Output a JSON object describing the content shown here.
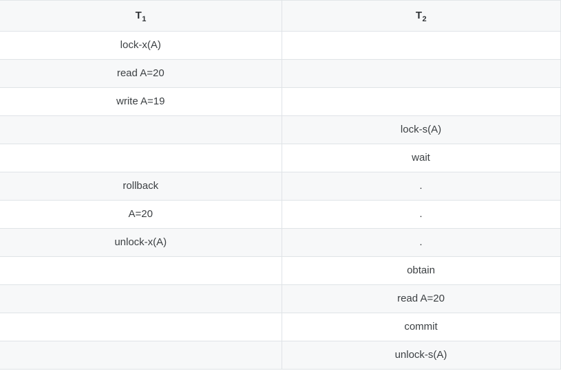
{
  "table": {
    "columns": [
      {
        "key": "t1",
        "label_base": "T",
        "label_sub": "1",
        "label": "T1"
      },
      {
        "key": "t2",
        "label_base": "T",
        "label_sub": "2",
        "label": "T2"
      }
    ],
    "rows": [
      {
        "t1": "lock-x(A)",
        "t2": ""
      },
      {
        "t1": "read A=20",
        "t2": ""
      },
      {
        "t1": "write A=19",
        "t2": ""
      },
      {
        "t1": "",
        "t2": "lock-s(A)"
      },
      {
        "t1": "",
        "t2": "wait"
      },
      {
        "t1": "rollback",
        "t2": "."
      },
      {
        "t1": "A=20",
        "t2": "."
      },
      {
        "t1": "unlock-x(A)",
        "t2": "."
      },
      {
        "t1": "",
        "t2": "obtain"
      },
      {
        "t1": "",
        "t2": "read A=20"
      },
      {
        "t1": "",
        "t2": "commit"
      },
      {
        "t1": "",
        "t2": "unlock-s(A)"
      }
    ]
  },
  "colors": {
    "text": "#3c4043",
    "header_bg": "#f7f8f9",
    "stripe_bg": "#f7f8f9",
    "row_bg": "#ffffff",
    "border": "#dfe3e7"
  }
}
